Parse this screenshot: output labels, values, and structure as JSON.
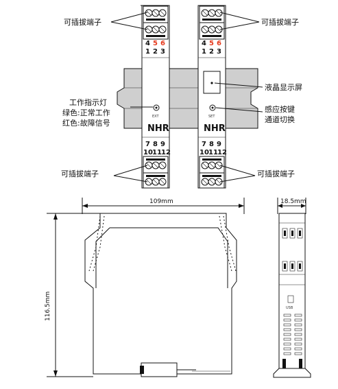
{
  "labels": {
    "pluggable_terminal": "可插拔端子",
    "work_indicator": "工作指示灯",
    "green_state": "绿色:正常工作",
    "red_state": "红色:故障信号",
    "lcd_screen": "液晶显示屏",
    "sensing_key_line1": "感应按键",
    "sensing_key_line2": "通道切换",
    "logo": "NHR",
    "ext_label": "EXT",
    "set_label": "SET",
    "usb_label": "USB"
  },
  "terminals": {
    "top_upper_row": [
      "4",
      "5",
      "6"
    ],
    "top_lower_row": [
      "1",
      "2",
      "3"
    ],
    "bottom_upper_row": [
      "7",
      "8",
      "9"
    ],
    "bottom_lower_row": [
      "10",
      "11",
      "12"
    ],
    "highlight_color": "#e53a1e"
  },
  "dimensions": {
    "width": "109mm",
    "height": "116.5mm",
    "depth": "18.5mm"
  }
}
